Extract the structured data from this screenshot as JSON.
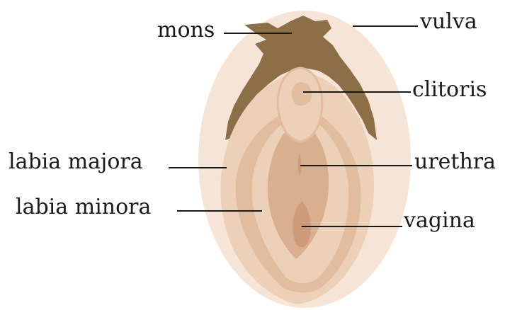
{
  "labels": {
    "mons": "mons",
    "vulva": "vulva",
    "clitoris": "clitoris",
    "labia_majora": "labia majora",
    "urethra": "urethra",
    "labia_minora": "labia minora",
    "vagina": "vagina"
  },
  "colors": {
    "outer_vulva": "#f6e5d6",
    "labia_majora": "#ecd0b7",
    "labia_minora": "#e2bc9e",
    "vestibule": "#d9b08f",
    "opening": "#cf9a7a",
    "hair": "#8c6e47",
    "leader_line": "#1a1a1a"
  }
}
